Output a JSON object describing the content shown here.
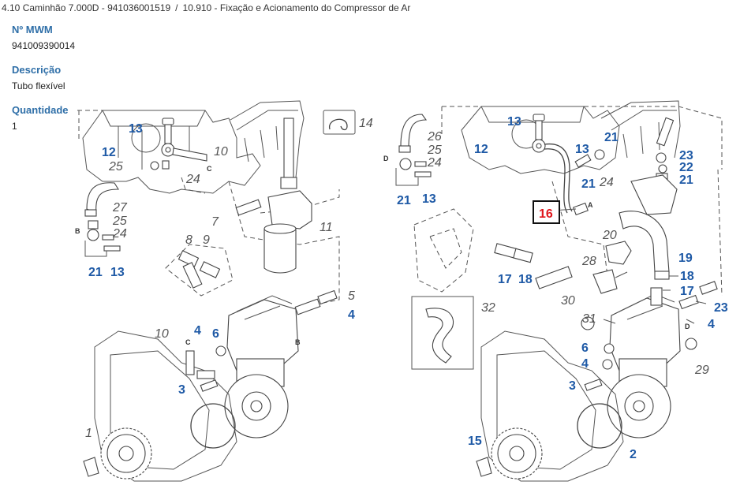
{
  "breadcrumb": {
    "part1": "4.10 Caminhão 7.000D - 941036001519",
    "separator": "/",
    "part2": "10.910 - Fixação e Acionamento do Compressor de Ar"
  },
  "info": {
    "mwm_label": "Nº MWM",
    "mwm_value": "941009390014",
    "desc_label": "Descrição",
    "desc_value": "Tubo flexível",
    "qty_label": "Quantidade",
    "qty_value": "1"
  },
  "colors": {
    "label_blue": "#2f6fa8",
    "callout_blue": "#1f5aa6",
    "callout_gray": "#555555",
    "highlight_red": "#e0161c"
  },
  "left_view": {
    "callouts": {
      "c13a": "13",
      "c12": "12",
      "c25a": "25",
      "c10a": "10",
      "c24a": "24",
      "c14": "14",
      "c27": "27",
      "c25b": "25",
      "c24b": "24",
      "c21": "21",
      "c13b": "13",
      "c7": "7",
      "c11": "11",
      "c8": "8",
      "c9": "9",
      "c5": "5",
      "c4a": "4",
      "c4b": "4",
      "c6": "6",
      "c10b": "10",
      "c3": "3",
      "c1": "1"
    },
    "letters": {
      "lC1": "C",
      "lB1": "B",
      "lB2": "B",
      "lC2": "C"
    }
  },
  "right_view": {
    "callouts": {
      "r13a": "13",
      "r12": "12",
      "r13b": "13",
      "r21a": "21",
      "r24": "24",
      "r26": "26",
      "r25": "25",
      "r24b": "24",
      "r21b": "21",
      "r13c": "13",
      "r21c": "21",
      "r23a": "23",
      "r22": "22",
      "r21d": "21",
      "r16": "16",
      "r20": "20",
      "r19": "19",
      "r28": "28",
      "r18a": "18",
      "r17a": "17",
      "r18b": "18",
      "r17b": "17",
      "r30": "30",
      "r23b": "23",
      "r32": "32",
      "r31": "31",
      "r4a": "4",
      "r6": "6",
      "r4b": "4",
      "r29": "29",
      "r3": "3",
      "r15": "15",
      "r2": "2"
    },
    "letters": {
      "rD1": "D",
      "rA": "A",
      "rD2": "D"
    }
  }
}
